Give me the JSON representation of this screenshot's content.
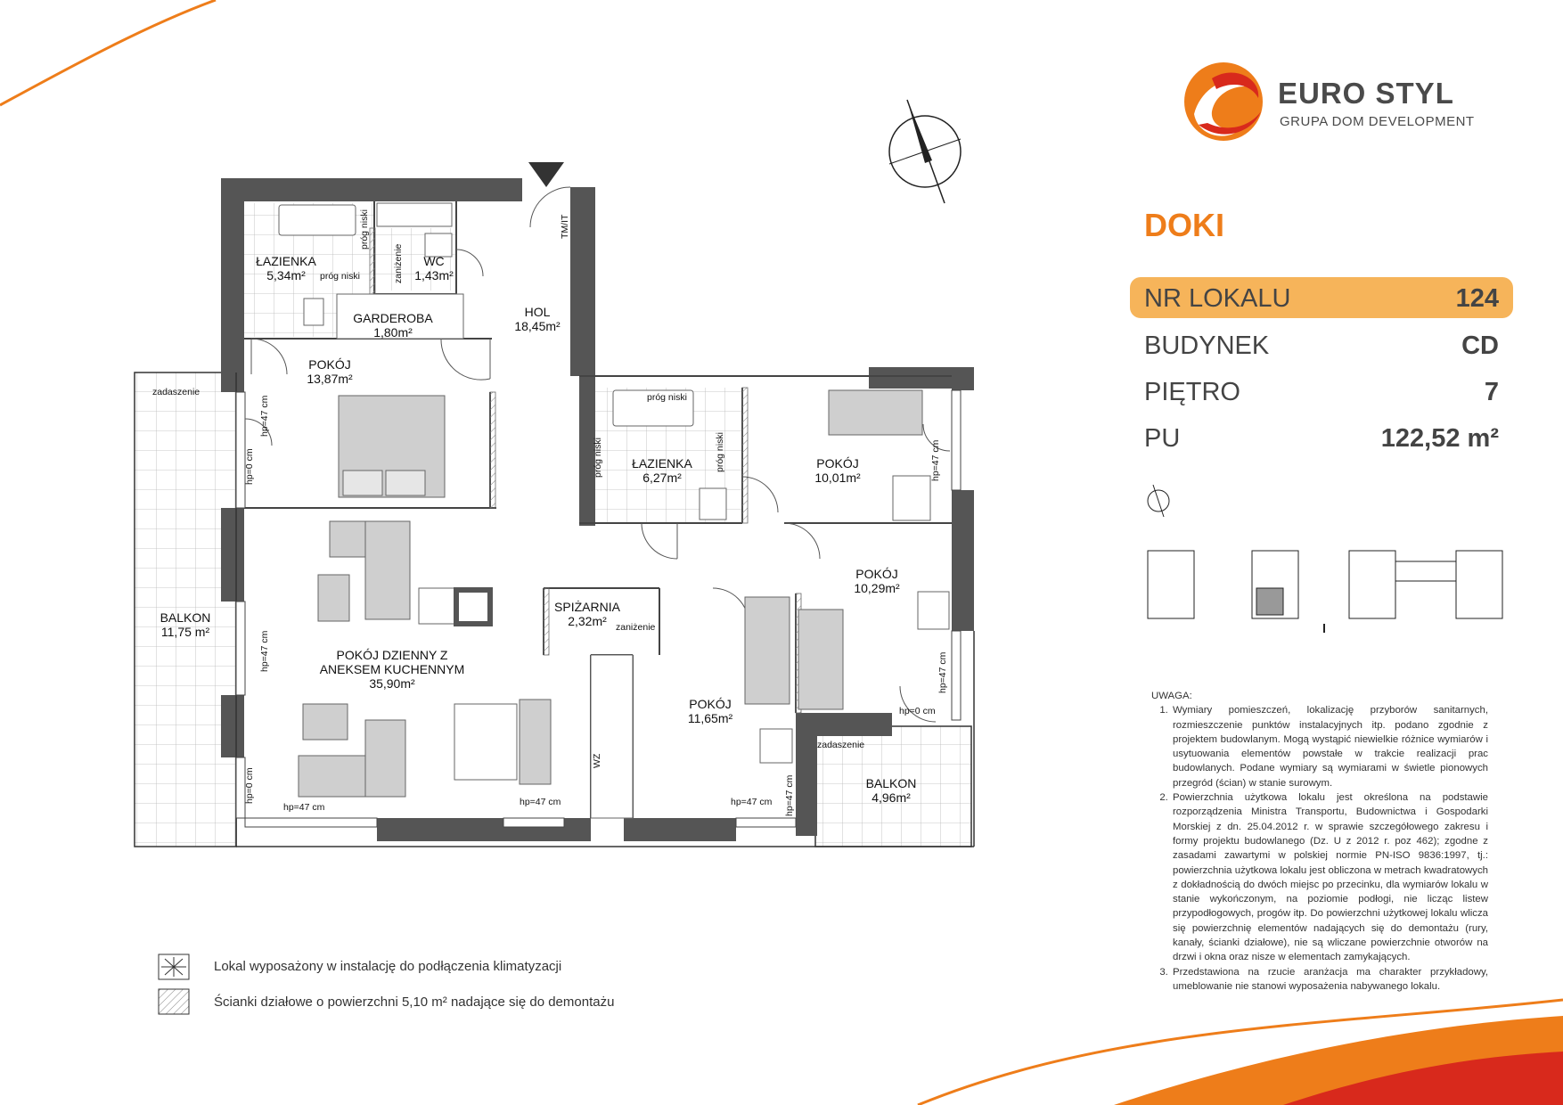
{
  "brand": {
    "name": "EURO STYL",
    "subtitle": "GRUPA DOM DEVELOPMENT",
    "colors": {
      "orange": "#ee7d1a",
      "red": "#d8291c",
      "highlight": "#f6b45a",
      "text": "#4a4a4a"
    }
  },
  "project": "DOKI",
  "info": [
    {
      "label": "NR LOKALU",
      "value": "124",
      "highlighted": true
    },
    {
      "label": "BUDYNEK",
      "value": "CD",
      "highlighted": false
    },
    {
      "label": "PIĘTRO",
      "value": "7",
      "highlighted": false
    },
    {
      "label": "PU",
      "value": "122,52 m²",
      "highlighted": false
    }
  ],
  "rooms": {
    "lazienka1": {
      "name": "ŁAZIENKA",
      "area": "5,34m²"
    },
    "wc": {
      "name": "WC",
      "area": "1,43m²"
    },
    "garderoba": {
      "name": "GARDEROBA",
      "area": "1,80m²"
    },
    "hol": {
      "name": "HOL",
      "area": "18,45m²"
    },
    "pokoj1": {
      "name": "POKÓJ",
      "area": "13,87m²"
    },
    "lazienka2": {
      "name": "ŁAZIENKA",
      "area": "6,27m²"
    },
    "pokoj2": {
      "name": "POKÓJ",
      "area": "10,01m²"
    },
    "pokoj3": {
      "name": "POKÓJ",
      "area": "10,29m²"
    },
    "spizarnia": {
      "name": "SPIŻARNIA",
      "area": "2,32m²"
    },
    "pokoj4": {
      "name": "POKÓJ",
      "area": "11,65m²"
    },
    "dzienny": {
      "line1": "POKÓJ DZIENNY Z",
      "line2": "ANEKSEM KUCHENNYM",
      "area": "35,90m²"
    },
    "balkon1": {
      "name": "BALKON",
      "area": "11,75 m²"
    },
    "balkon2": {
      "name": "BALKON",
      "area": "4,96m²"
    }
  },
  "plan_labels": {
    "zadaszenie": "zadaszenie",
    "prog_niski": "próg niski",
    "zanizenie": "zaniżenie",
    "hp0": "hp=0 cm",
    "hp47": "hp=47 cm",
    "tmit": "TM/IT",
    "wz": "WZ"
  },
  "legend": {
    "ac": "Lokal wyposażony w instalację do podłączenia klimatyzacji",
    "walls": "Ścianki działowe o powierzchni 5,10 m² nadające się do demontażu"
  },
  "notes": {
    "title": "UWAGA:",
    "items": [
      "Wymiary pomieszczeń, lokalizację przyborów sanitarnych, rozmieszczenie punktów instalacyjnych itp. podano zgodnie z projektem budowlanym. Mogą wystąpić niewielkie różnice wymiarów i usytuowania elementów powstałe w trakcie realizacji prac budowlanych. Podane wymiary są wymiarami w świetle pionowych przegród (ścian) w stanie surowym.",
      "Powierzchnia użytkowa lokalu jest określona na podstawie rozporządzenia Ministra Transportu, Budownictwa i Gospodarki Morskiej z dn. 25.04.2012 r. w sprawie szczegółowego zakresu i formy projektu budowlanego (Dz. U z 2012 r. poz 462); zgodne z zasadami zawartymi w polskiej normie PN-ISO 9836:1997, tj.: powierzchnia użytkowa lokalu jest obliczona w metrach kwadratowych z dokładnością do dwóch miejsc po przecinku, dla wymiarów lokalu w stanie wykończonym, na poziomie podłogi, nie licząc listew przypodłogowych, progów itp. Do powierzchni użytkowej lokalu wlicza się powierzchnię elementów nadających się do demontażu (rury, kanały, ścianki działowe), nie są wliczane powierzchnie otworów na drzwi i okna oraz nisze w elementach zamykających.",
      "Przedstawiona na rzucie aranżacja ma charakter przykładowy, umeblowanie nie stanowi wyposażenia nabywanego lokalu."
    ]
  }
}
